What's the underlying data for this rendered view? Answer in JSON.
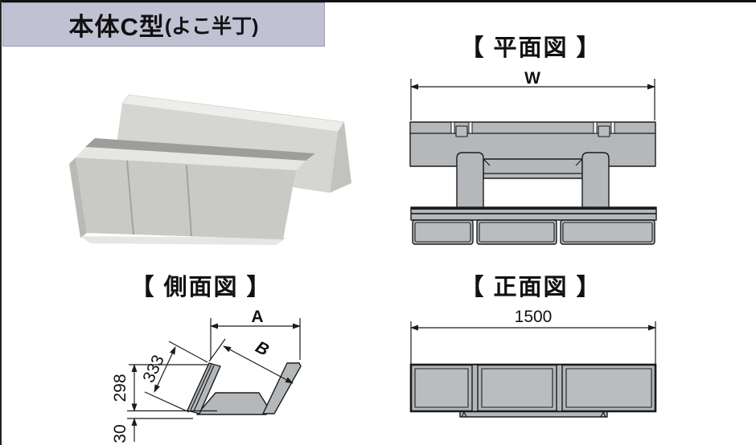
{
  "header": {
    "title_main": "本体C型",
    "title_suffix": "(よこ半丁)",
    "bg_color": "#c1c1d4"
  },
  "views": {
    "plan": {
      "title": "【 平面図 】",
      "dims": {
        "width": "W"
      }
    },
    "side": {
      "title": "【 側面図 】",
      "dims": {
        "top_width": "A",
        "inner_slant": "B",
        "wall_length": "333",
        "height": "298",
        "base": "30"
      }
    },
    "front": {
      "title": "【 正面図 】",
      "dims": {
        "length": "1500"
      }
    }
  },
  "colors": {
    "header_bg": "#c1c1d4",
    "drawing_fill": "#b4b8bb",
    "line": "#1b1b1b",
    "page_border": "#111111"
  }
}
